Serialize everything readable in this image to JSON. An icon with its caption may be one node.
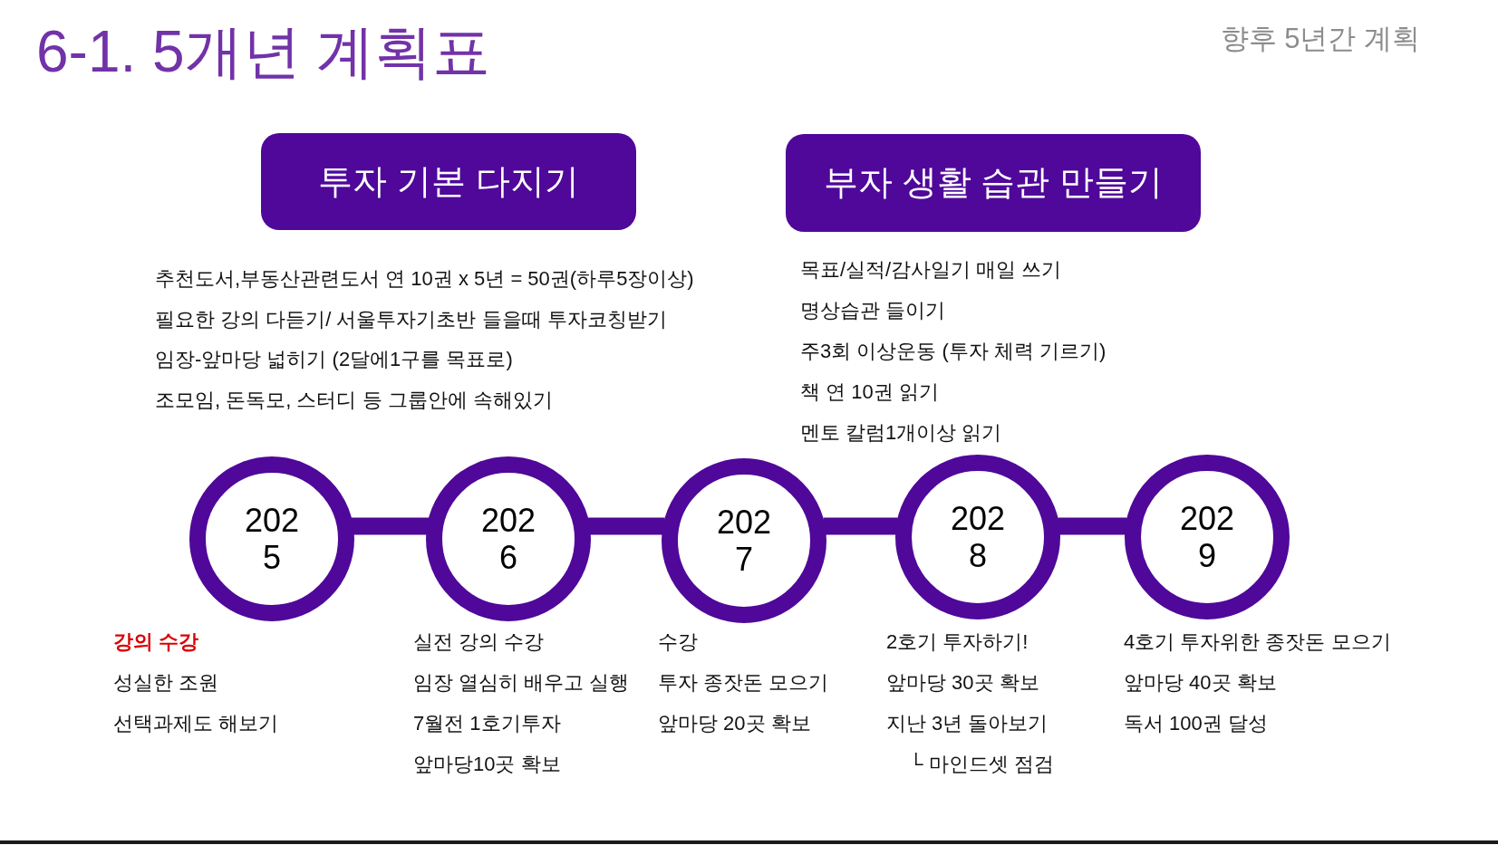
{
  "diagram": {
    "title": "6-1. 5개년 계획표",
    "nodes": [
      {
        "text": [
          "투자 기본 다지기"
        ],
        "beside": [
          "추천도서,부동산관련도서 연 10권 x 5년 = 50권(하루5장이상)",
          "필요한 강의 다듣기/ 서울투자기초반 들을때 투자코칭받기",
          "임장-앞마당 넓히기 (2달에1구를 목표로)",
          "조모임, 돈독모, 스터디 등 그룹안에 속해있기"
        ]
      },
      {
        "text": [
          "부자 생활 습관 만들기"
        ],
        "beside": [
          "목표/실적/감사일기 매일 쓰기",
          "명상습관 들이기",
          "주3회 이상운동 (투자 체력 기르기)",
          "책 연 10권 읽기",
          "멘토 칼럼1개이상 읽기"
        ]
      },
      {
        "text": [
          "2025"
        ],
        "beside": [
          "강의 수강",
          "성실한 조원",
          "선택과제도 해보기"
        ]
      },
      {
        "text": [
          "2026"
        ],
        "beside": [
          "실전 강의 수강",
          "임장 열심히 배우고 실행",
          "7월전 1호기투자",
          "앞마당10곳 확보"
        ]
      },
      {
        "text": [
          "2027"
        ],
        "beside": [
          "수강",
          "투자 종잣돈 모으기",
          "앞마당 20곳 확보"
        ]
      },
      {
        "text": [
          "2028"
        ],
        "beside": [
          "2호기 투자하기!",
          "앞마당 30곳 확보",
          "지난 3년 돌아보기",
          "└ 마인드셋 점검"
        ]
      },
      {
        "text": [
          "2029"
        ],
        "beside": [
          "4호기 투자위한 종잣돈 모으기",
          "앞마당 40곳 확보",
          "독서 100권 달성"
        ]
      }
    ],
    "edges": [
      {
        "from": 2,
        "to": 3,
        "arrow": "none"
      },
      {
        "from": 3,
        "to": 4,
        "arrow": "none"
      },
      {
        "from": 4,
        "to": 5,
        "arrow": "none"
      },
      {
        "from": 5,
        "to": 6,
        "arrow": "none"
      }
    ],
    "labels": [
      "향후 5년간 계획"
    ]
  }
}
